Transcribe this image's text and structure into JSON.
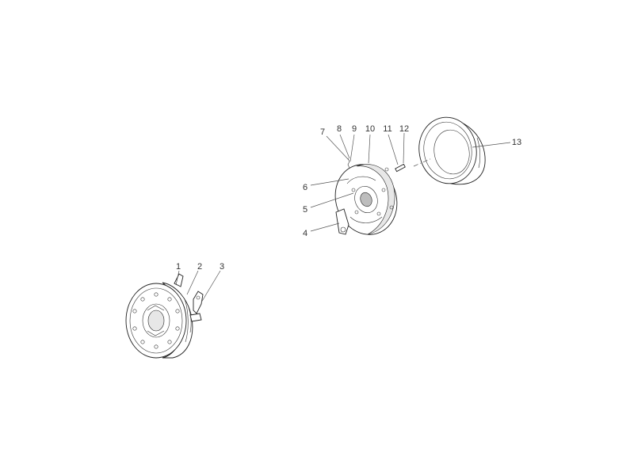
{
  "diagram": {
    "background": "#ffffff",
    "line_color": "#555555",
    "callouts": [
      {
        "id": "1",
        "label": "1"
      },
      {
        "id": "2",
        "label": "2"
      },
      {
        "id": "3",
        "label": "3"
      },
      {
        "id": "4",
        "label": "4"
      },
      {
        "id": "5",
        "label": "5"
      },
      {
        "id": "6",
        "label": "6"
      },
      {
        "id": "7",
        "label": "7"
      },
      {
        "id": "8",
        "label": "8"
      },
      {
        "id": "9",
        "label": "9"
      },
      {
        "id": "10",
        "label": "10"
      },
      {
        "id": "11",
        "label": "11"
      },
      {
        "id": "12",
        "label": "12"
      },
      {
        "id": "13",
        "label": "13"
      }
    ]
  }
}
